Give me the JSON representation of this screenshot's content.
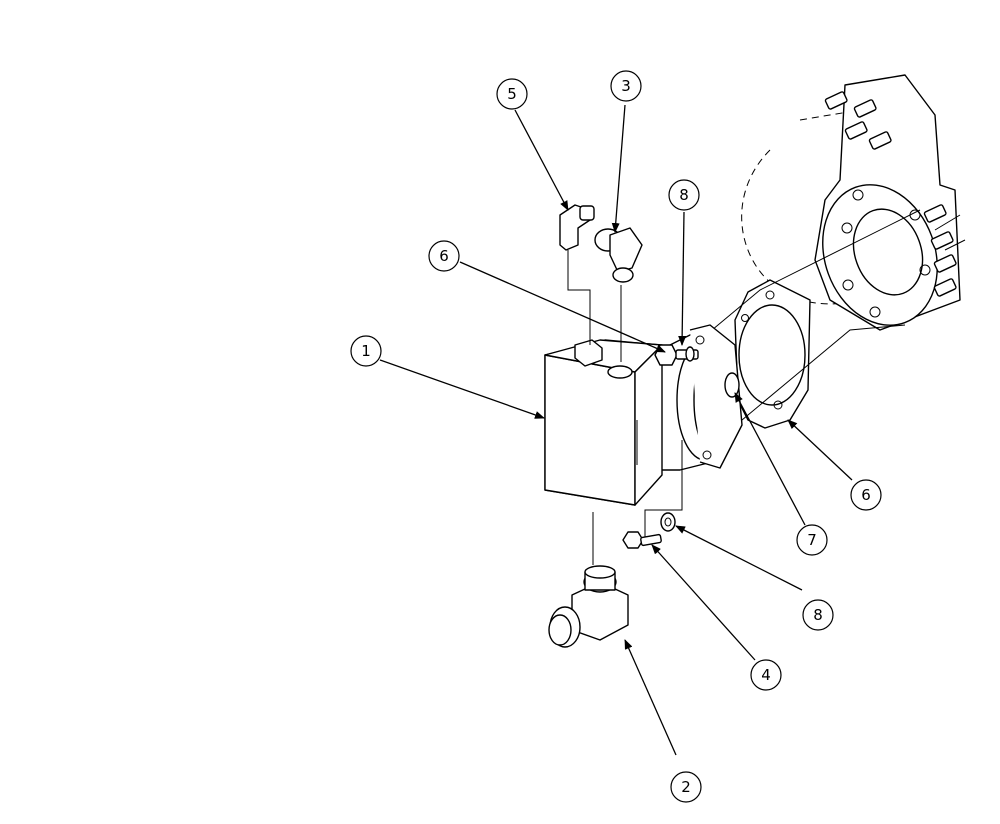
{
  "callouts": [
    {
      "label": "1"
    },
    {
      "label": "2"
    },
    {
      "label": "3"
    },
    {
      "label": "4"
    },
    {
      "label": "5"
    },
    {
      "label": "6"
    },
    {
      "label": "6"
    },
    {
      "label": "7"
    },
    {
      "label": "8"
    },
    {
      "label": "8"
    }
  ],
  "colors": {
    "ink": "#000000",
    "paper": "#ffffff"
  }
}
